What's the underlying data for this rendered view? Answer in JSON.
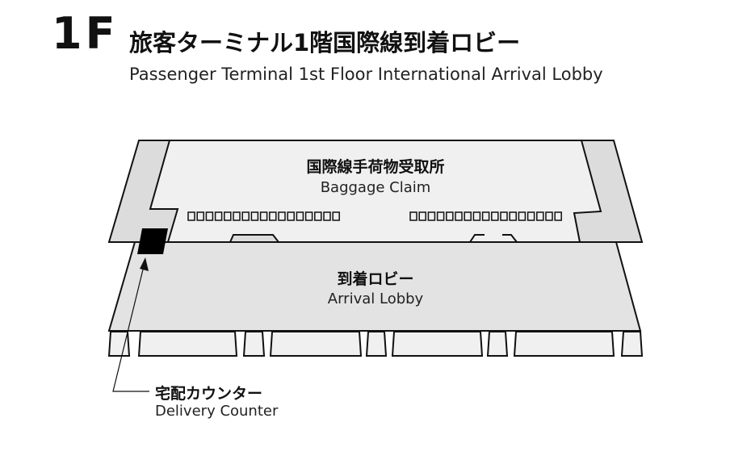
{
  "header": {
    "floor": "1F",
    "title_jp": "旅客ターミナル1階国際線到着ロビー",
    "title_en": "Passenger Terminal 1st Floor International Arrival Lobby"
  },
  "areas": {
    "baggage_claim": {
      "jp": "国際線手荷物受取所",
      "en": "Baggage Claim"
    },
    "arrival_lobby": {
      "jp": "到着ロビー",
      "en": "Arrival Lobby"
    },
    "delivery_counter": {
      "jp": "宅配カウンター",
      "en": "Delivery Counter"
    }
  },
  "colors": {
    "claim": "#f0f0f0",
    "lobby": "#e3e3e3",
    "side": "#dcdcdc",
    "counter": "#000000"
  }
}
